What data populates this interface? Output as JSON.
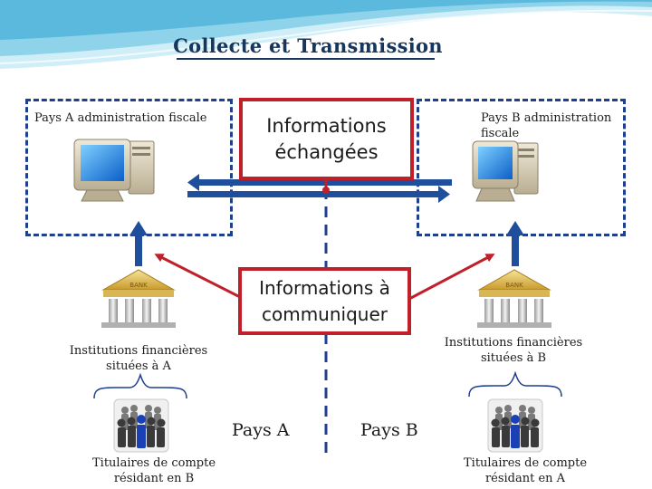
{
  "title": "Collecte et Transmission",
  "country_a_admin": "Pays A administration fiscale",
  "country_b_admin": "Pays B administration fiscale",
  "exchanged_info": "Informations échangées",
  "info_to_communicate": "Informations à communiquer",
  "institutions_a": "Institutions financières situées à A",
  "institutions_b": "Institutions financières situées à B",
  "country_a": "Pays A",
  "country_b": "Pays B",
  "holders_a": "Titulaires de compte résidant en B",
  "holders_b": "Titulaires de compte résidant en A",
  "bank_sign": "BANK",
  "colors": {
    "accent_blue": "#1f4e9c",
    "arrow_red": "#c0202a",
    "title": "#17365d"
  }
}
